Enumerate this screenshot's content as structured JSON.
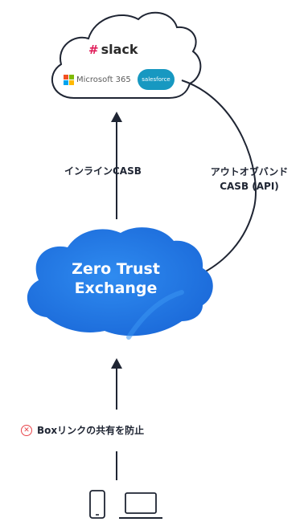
{
  "cloud_apps": {
    "slack_label": "slack",
    "microsoft_label": "Microsoft 365",
    "salesforce_label": "salesforce"
  },
  "labels": {
    "inline": "インラインCASB",
    "outofband_line1": "アウトオブバンド",
    "outofband_line2": "CASB (API)"
  },
  "zte": {
    "line1": "Zero Trust",
    "line2": "Exchange"
  },
  "block": {
    "icon": "x-circle-icon",
    "text": "Boxリンクの共有を防止"
  },
  "devices": [
    "phone-icon",
    "laptop-icon"
  ],
  "colors": {
    "zte_blue": "#1f78e6",
    "line": "#1f2533",
    "block_red": "#e8444a",
    "salesforce": "#1798c1"
  }
}
